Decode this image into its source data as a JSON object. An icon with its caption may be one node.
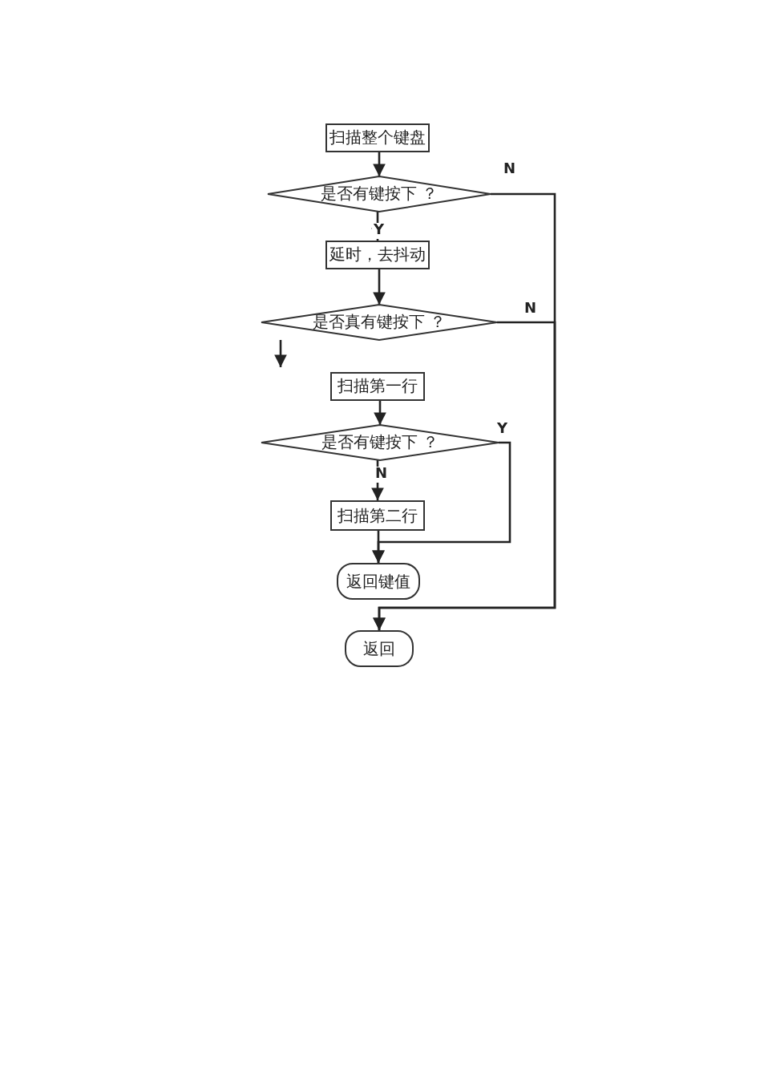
{
  "diagram": {
    "nodes": [
      {
        "text": [
          "扫描整个键盘"
        ]
      },
      {
        "text": [
          "是否有键按下 ？"
        ]
      },
      {
        "text": [
          "延时，去抖动"
        ]
      },
      {
        "text": [
          "是否真有键按下 ？"
        ]
      },
      {
        "text": [
          "扫描第一行"
        ]
      },
      {
        "text": [
          "是否有键按下 ？"
        ]
      },
      {
        "text": [
          "扫描第二行"
        ]
      },
      {
        "text": [
          "返回键值"
        ]
      },
      {
        "text": [
          "返回"
        ]
      }
    ],
    "edges": [
      {
        "from": 0,
        "to": 1,
        "arrow": "to"
      },
      {
        "from": 1,
        "to": 2,
        "arrow": "to",
        "label": "Y"
      },
      {
        "from": 2,
        "to": 3,
        "arrow": "to"
      },
      {
        "from": 1,
        "to": 8,
        "arrow": "to",
        "label": "N"
      },
      {
        "from": 3,
        "to": 8,
        "arrow": "to",
        "label": "N"
      },
      {
        "from": 4,
        "to": 5,
        "arrow": "to"
      },
      {
        "from": 5,
        "to": 6,
        "arrow": "to",
        "label": "N"
      },
      {
        "from": 5,
        "to": 7,
        "arrow": "to",
        "label": "Y"
      },
      {
        "from": 6,
        "to": 7,
        "arrow": "to"
      }
    ]
  }
}
